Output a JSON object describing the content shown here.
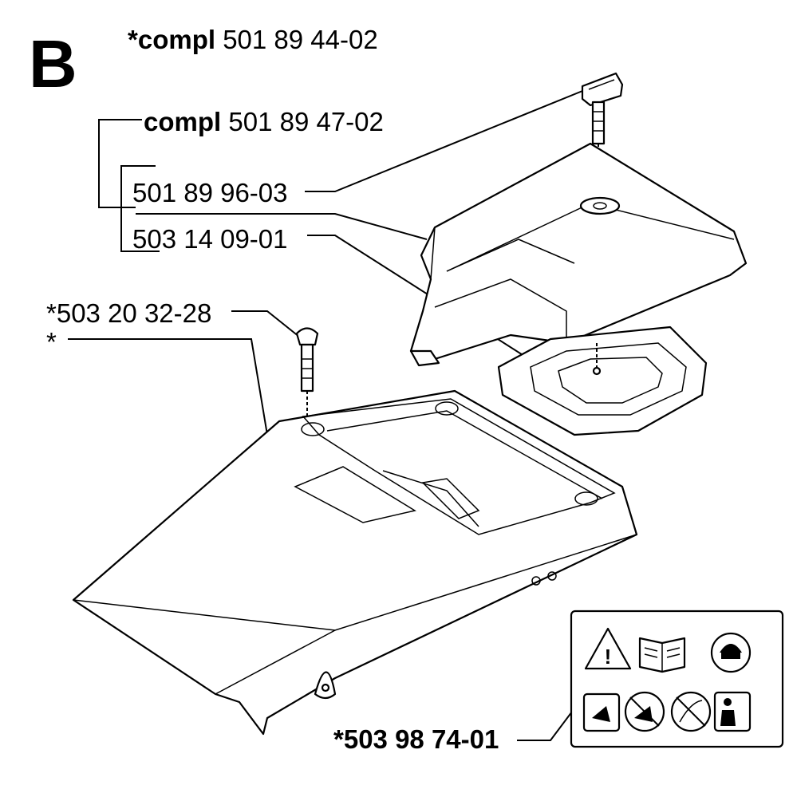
{
  "section_letter": "B",
  "labels": {
    "assembly_main": {
      "prefix": "*compl",
      "number": "501 89 44-02"
    },
    "assembly_sub": {
      "prefix": "compl",
      "number": "501 89 47-02"
    },
    "part_1": "501 89 96-03",
    "part_2": "503 14 09-01",
    "screw": "*503 20 32-28",
    "cover": "*",
    "decal": "*503 98 74-01"
  },
  "icons": [
    "warning-triangle-icon",
    "manual-book-icon",
    "head-protection-icon",
    "kickback-warning-icon",
    "no-one-hand-use-icon",
    "no-branch-contact-icon",
    "two-hand-grip-icon"
  ]
}
